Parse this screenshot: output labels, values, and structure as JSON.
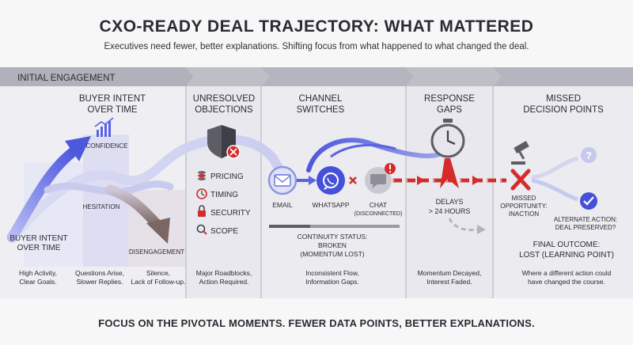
{
  "title": "CXO-READY DEAL TRAJECTORY: WHAT MATTERED",
  "subtitle": "Executives need fewer, better explanations. Shifting focus from what happened to what changed the deal.",
  "footer": "FOCUS ON THE PIVOTAL MOMENTS. FEWER DATA POINTS, BETTER EXPLANATIONS.",
  "banner": {
    "label": "INITIAL ENGAGEMENT"
  },
  "stages": [
    {
      "title1": "BUYER INTENT",
      "title2": "OVER TIME"
    },
    {
      "title1": "UNRESOLVED",
      "title2": "OBJECTIONS"
    },
    {
      "title1": "CHANNEL",
      "title2": "SWITCHES"
    },
    {
      "title1": "RESPONSE",
      "title2": "GAPS"
    },
    {
      "title1": "MISSED",
      "title2": "DECISION POINTS"
    }
  ],
  "intent": {
    "confidence": "CONFIDENCE",
    "hesitation": "HESITATION",
    "disengagement": "DISENGAGEMENT",
    "axis_label1": "BUYER INTENT",
    "axis_label2": "OVER TIME"
  },
  "objections": [
    "PRICING",
    "TIMING",
    "SECURITY",
    "SCOPE"
  ],
  "channels": {
    "email": "EMAIL",
    "whatsapp": "WHATSAPP",
    "chat": "CHAT",
    "chat_note": "(DISCONNECTED)",
    "status1": "CONTINUITY STATUS:",
    "status2": "BROKEN",
    "status3": "(MOMENTUM LOST)"
  },
  "gaps": {
    "delay1": "DELAYS",
    "delay2": "> 24 HOURS"
  },
  "decision": {
    "missed1": "MISSED",
    "missed2": "OPPORTUNITY:",
    "missed3": "INACTION",
    "alt1": "ALTERNATE ACTION:",
    "alt2": "DEAL PRESERVED?",
    "final1": "FINAL OUTCOME:",
    "final2": "LOST (LEARNING POINT)"
  },
  "notes": [
    {
      "l1": "High Activity,",
      "l2": "Clear Goals."
    },
    {
      "l1": "Questions Arise,",
      "l2": "Slower Replies."
    },
    {
      "l1": "Silence,",
      "l2": "Lack of Follow-up."
    },
    {
      "l1": "Major Roadblocks,",
      "l2": "Action Required."
    },
    {
      "l1": "Inconsistent Flow,",
      "l2": "Information Gaps."
    },
    {
      "l1": "Momentum Decayed,",
      "l2": "Interest Faded."
    },
    {
      "l1": "Where a different action could",
      "l2": "have changed the course."
    }
  ],
  "colors": {
    "accent_blue": "#5a63e0",
    "alert_red": "#d62b2b",
    "banner_gray": "#a8a9b3",
    "decline_brown": "#8a7470"
  },
  "icons": [
    "chart-icon",
    "shield-alert-icon",
    "coins-icon",
    "clock-icon",
    "lock-icon",
    "search-icon",
    "email-icon",
    "whatsapp-icon",
    "chat-icon",
    "stopwatch-icon",
    "gavel-icon",
    "red-x-icon",
    "question-icon",
    "check-icon"
  ]
}
